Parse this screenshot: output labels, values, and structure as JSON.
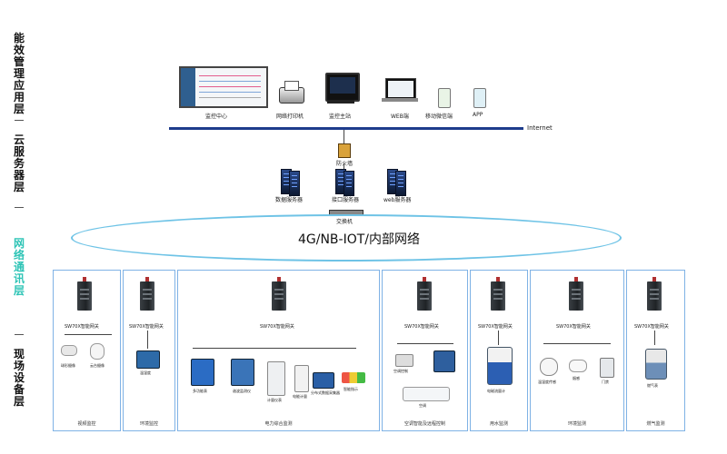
{
  "layers": {
    "energy": "能效管理应用层",
    "cloud": "云服务器层",
    "network": "网络通讯层",
    "field": "现场设备层"
  },
  "top": {
    "items": [
      "监控中心",
      "网络打印机",
      "监控主站",
      "WEB端",
      "移动微信端",
      "APP"
    ],
    "internet": "Internet"
  },
  "cloud": {
    "firewall": "防火墙",
    "servers": [
      "数据服务器",
      "接口服务器",
      "web服务器"
    ],
    "switch": "交换机"
  },
  "network_ring": "4G/NB-IOT/内部网络",
  "boxes": [
    {
      "gateway": "SW70X智能网关",
      "title": "视频监控",
      "devices": [
        "球形摄像",
        "云台摄像"
      ]
    },
    {
      "gateway": "SW70X智能网关",
      "title": "环境监控",
      "devices": [
        "温湿度"
      ]
    },
    {
      "gateway": "SW70X智能网关",
      "title": "电力综合监测",
      "devices": [
        "多功能表",
        "谐波监测仪",
        "计量仪表",
        "电能计量",
        "分布式数据采集器",
        "智能指示"
      ]
    },
    {
      "gateway": "SW70X智能网关",
      "title": "空调智能及远程控制",
      "devices": [
        "空调控制",
        "空调"
      ]
    },
    {
      "gateway": "SW70X智能网关",
      "title": "用水监测",
      "devices": [
        "电磁流量计"
      ]
    },
    {
      "gateway": "SW70X智能网关",
      "title": "环境监测",
      "devices": [
        "温湿度传感",
        "烟感",
        "门禁"
      ]
    },
    {
      "gateway": "SW70X智能网关",
      "title": "燃气监测",
      "devices": [
        "燃气表"
      ]
    }
  ]
}
